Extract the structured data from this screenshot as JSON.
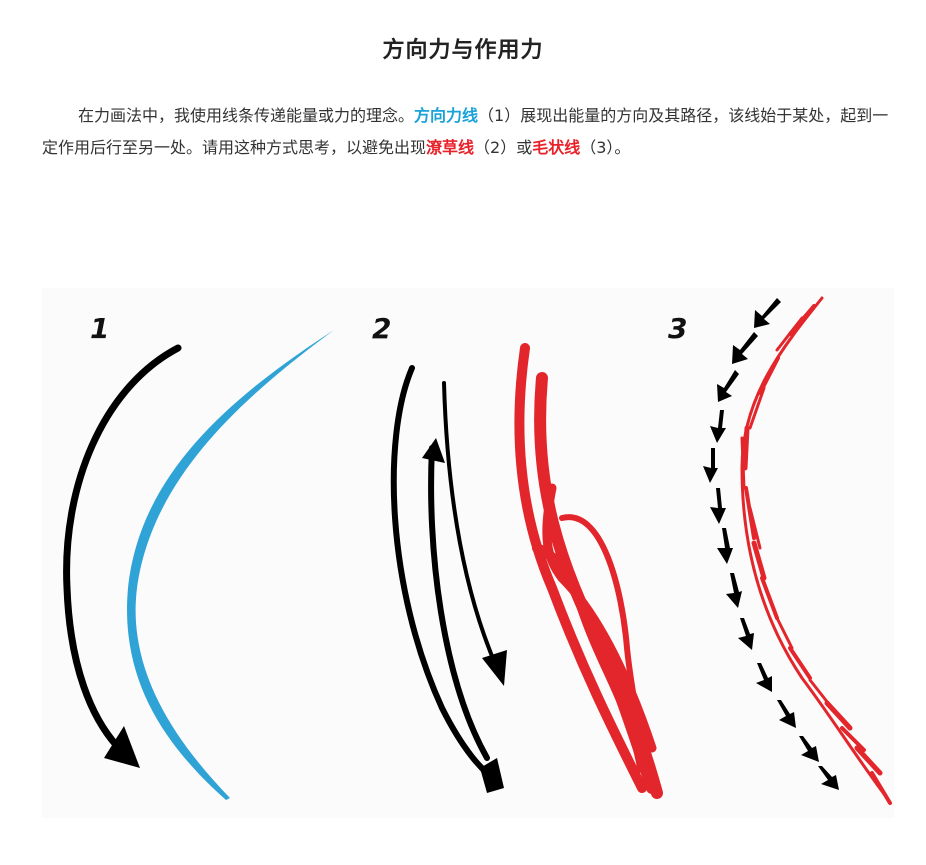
{
  "article": {
    "title": "方向力与作用力",
    "paragraph": {
      "part1": "在力画法中，我使用线条传递能量或力的理念。",
      "term1": "方向力线",
      "part2": "（1）展现出能量的方向及其路径，该线始于某处，起到一定作用后行至另一处。请用这种方式思考，以避免出现",
      "term2": "潦草线",
      "part3": "（2）或",
      "term3": "毛状线",
      "part4": "（3）。"
    }
  },
  "figure": {
    "labels": [
      "1",
      "2",
      "3"
    ],
    "panels": [
      {
        "label": "1",
        "description": "black curved arrow with blue smooth tapered force line"
      },
      {
        "label": "2",
        "description": "black back-and-forth arrows with red scribbled line"
      },
      {
        "label": "3",
        "description": "dashed black arrows with red hairy sketchy line"
      }
    ],
    "colors": {
      "blue_line": "#2fa3d6",
      "red_line": "#e3262b",
      "arrow": "#000000",
      "term_blue": "#1aa3d9",
      "term_red": "#e8222a"
    }
  }
}
